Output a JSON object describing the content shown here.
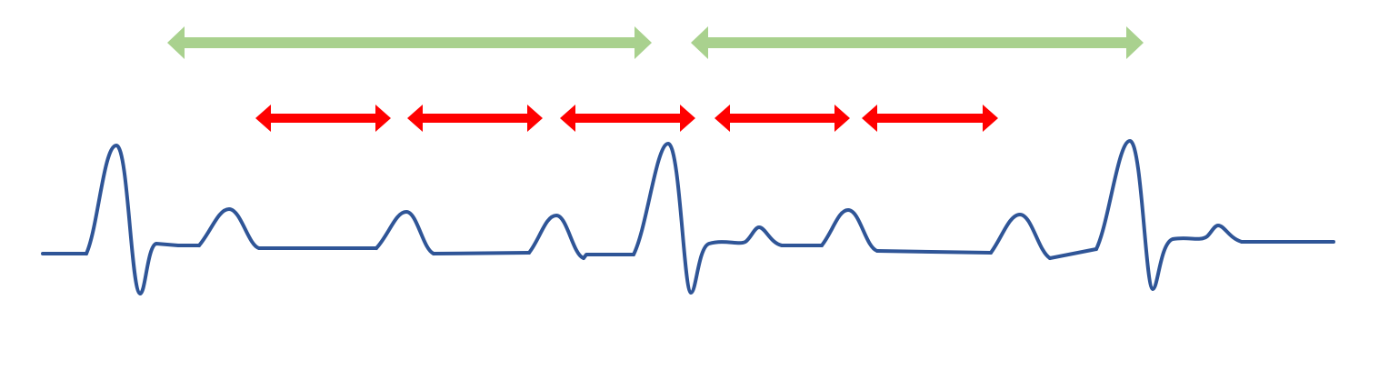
{
  "diagram": {
    "colors": {
      "background": "#ffffff",
      "ecg_trace": "#2F5597",
      "long_interval_arrow": "#A9D18E",
      "short_interval_arrow": "#FF0000"
    },
    "long_interval_arrow_count": 2,
    "short_interval_arrow_count": 5,
    "qrs_complex_count": 3,
    "p_wave_count": 7
  }
}
